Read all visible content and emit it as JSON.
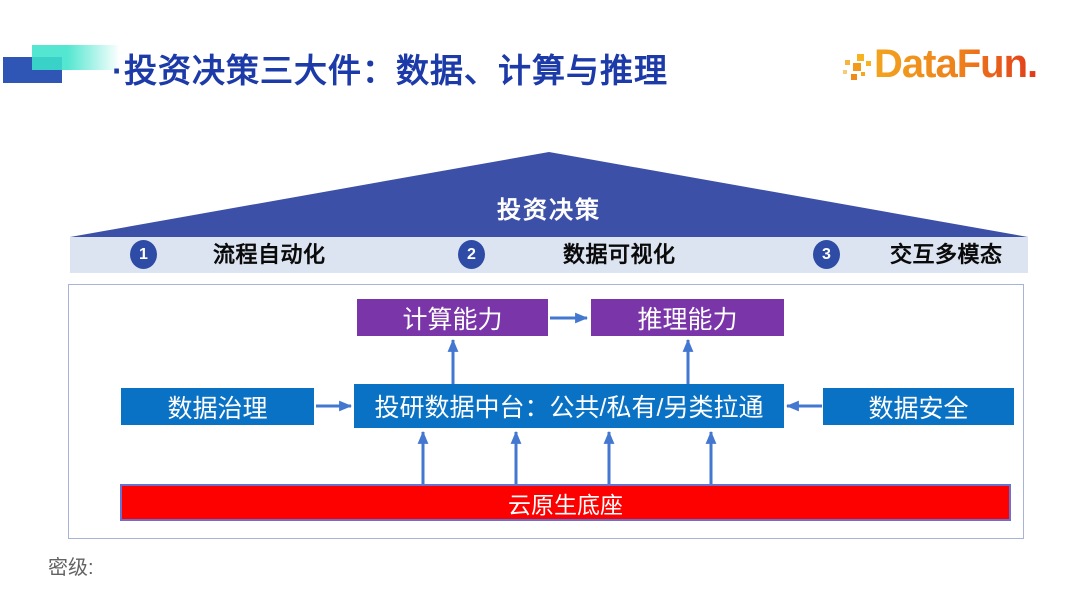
{
  "palette": {
    "title_blue": "#1c3aa8",
    "triangle_blue": "#3d50a8",
    "band_bg": "#dce3f1",
    "number_circle_blue": "#2e4ca6",
    "box_blue": "#0a72c4",
    "box_purple": "#7a35a8",
    "box_red": "#fd0000",
    "arrow_blue": "#4377d0",
    "logo_orange": "#f2a41e",
    "logo_red": "#e1391b"
  },
  "header": {
    "title": "·投资决策三大件：数据、计算与推理",
    "logo_text": "DataFun."
  },
  "pyramid": {
    "top_label": "投资决策",
    "band_items": [
      {
        "num": "1",
        "label": "流程自动化"
      },
      {
        "num": "2",
        "label": "数据可视化"
      },
      {
        "num": "3",
        "label": "交互多模态"
      }
    ]
  },
  "diagram": {
    "capability_boxes": [
      {
        "label": "计算能力"
      },
      {
        "label": "推理能力"
      }
    ],
    "middle_boxes": [
      {
        "label": "数据治理"
      },
      {
        "label": "投研数据中台：公共/私有/另类拉通"
      },
      {
        "label": "数据安全"
      }
    ],
    "base_box_label": "云原生底座"
  },
  "footer": {
    "classification_label": "密级:"
  }
}
